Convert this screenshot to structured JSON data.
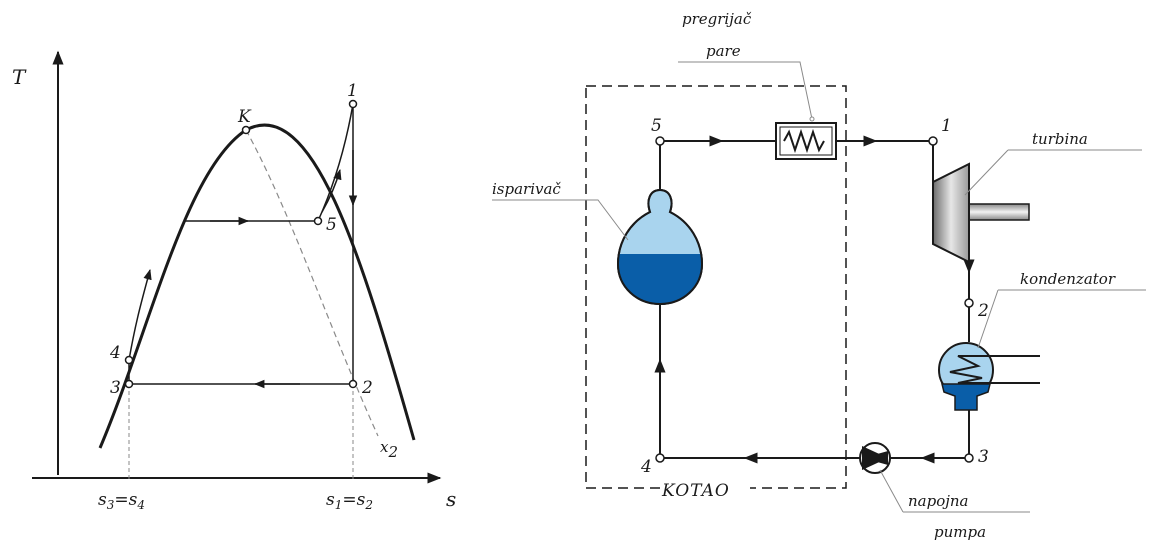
{
  "ts_diagram": {
    "axis_y_label": "T",
    "axis_x_label": "s",
    "critical_point": "K",
    "points": {
      "p1": "1",
      "p2": "2",
      "p3": "3",
      "p4": "4",
      "p5": "5"
    },
    "quality_label_x": "x",
    "quality_label_sub": "2",
    "entropy_left": {
      "s": "s",
      "sub_a": "3",
      "eq": "=",
      "s2": "s",
      "sub_b": "4"
    },
    "entropy_right": {
      "s": "s",
      "sub_a": "1",
      "eq": "=",
      "s2": "s",
      "sub_b": "2"
    }
  },
  "plant_diagram": {
    "superheater_label_line1": "pregrijač",
    "superheater_label_line2": "pare",
    "turbine_label": "turbina",
    "evaporator_label": "isparivač",
    "condenser_label": "kondenzator",
    "pump_label_line1": "napojna",
    "pump_label_line2": "pumpa",
    "boiler_label": "KOTAO",
    "nodes": {
      "n1": "1",
      "n2": "2",
      "n3": "3",
      "n4": "4",
      "n5": "5"
    }
  },
  "colors": {
    "line": "#1a1a1a",
    "water_dark": "#0a5ea8",
    "water_light": "#a9d4ee",
    "leader": "#8a8a8a"
  }
}
